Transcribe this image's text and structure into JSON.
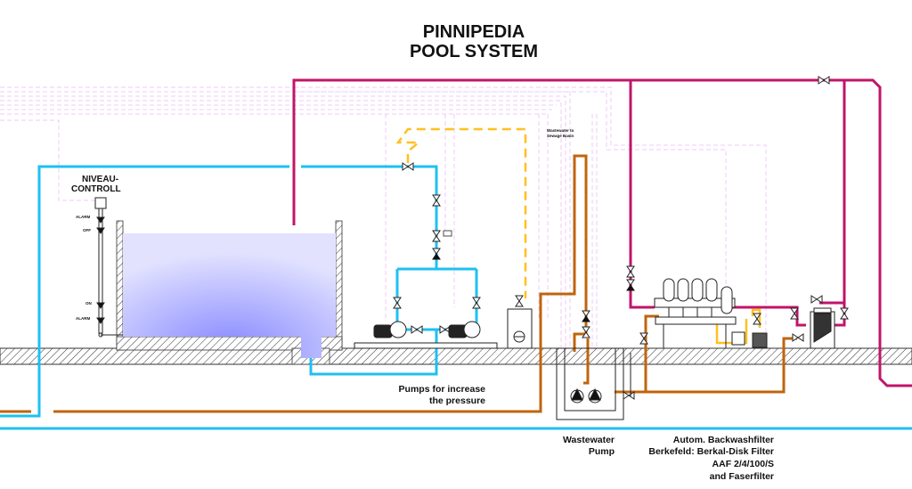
{
  "title": {
    "line1": "PINNIPEDIA",
    "line2": "POOL SYSTEM"
  },
  "labels": {
    "niveau_line1": "NIVEAU-",
    "niveau_line2": "CONTROLL",
    "level_marks": [
      "ALARM",
      "OFF",
      "ON",
      "ALARM"
    ],
    "wastewater_to_line1": "Wastewater to",
    "wastewater_to_line2": "Sewage Basin",
    "pumps_line1": "Pumps for increase",
    "pumps_line2": "the pressure",
    "wastewater_pump_line1": "Wastewater",
    "wastewater_pump_line2": "Pump",
    "filter_line1": "Autom. Backwashfilter",
    "filter_line2": "Berkefeld: Berkal-Disk Filter",
    "filter_line3": "AAF 2/4/100/S",
    "filter_line4": "and Faserfilter"
  },
  "colors": {
    "fresh_water": "#1ec0f0",
    "return_line": "#c0146a",
    "wastewater": "#c0640c",
    "air_line": "#ffc020",
    "control_line": "#f0c8f8",
    "pool_water_light": "#e0e0ff",
    "pool_water_dark": "#8a8cff",
    "ground_hatch": "#333333"
  }
}
